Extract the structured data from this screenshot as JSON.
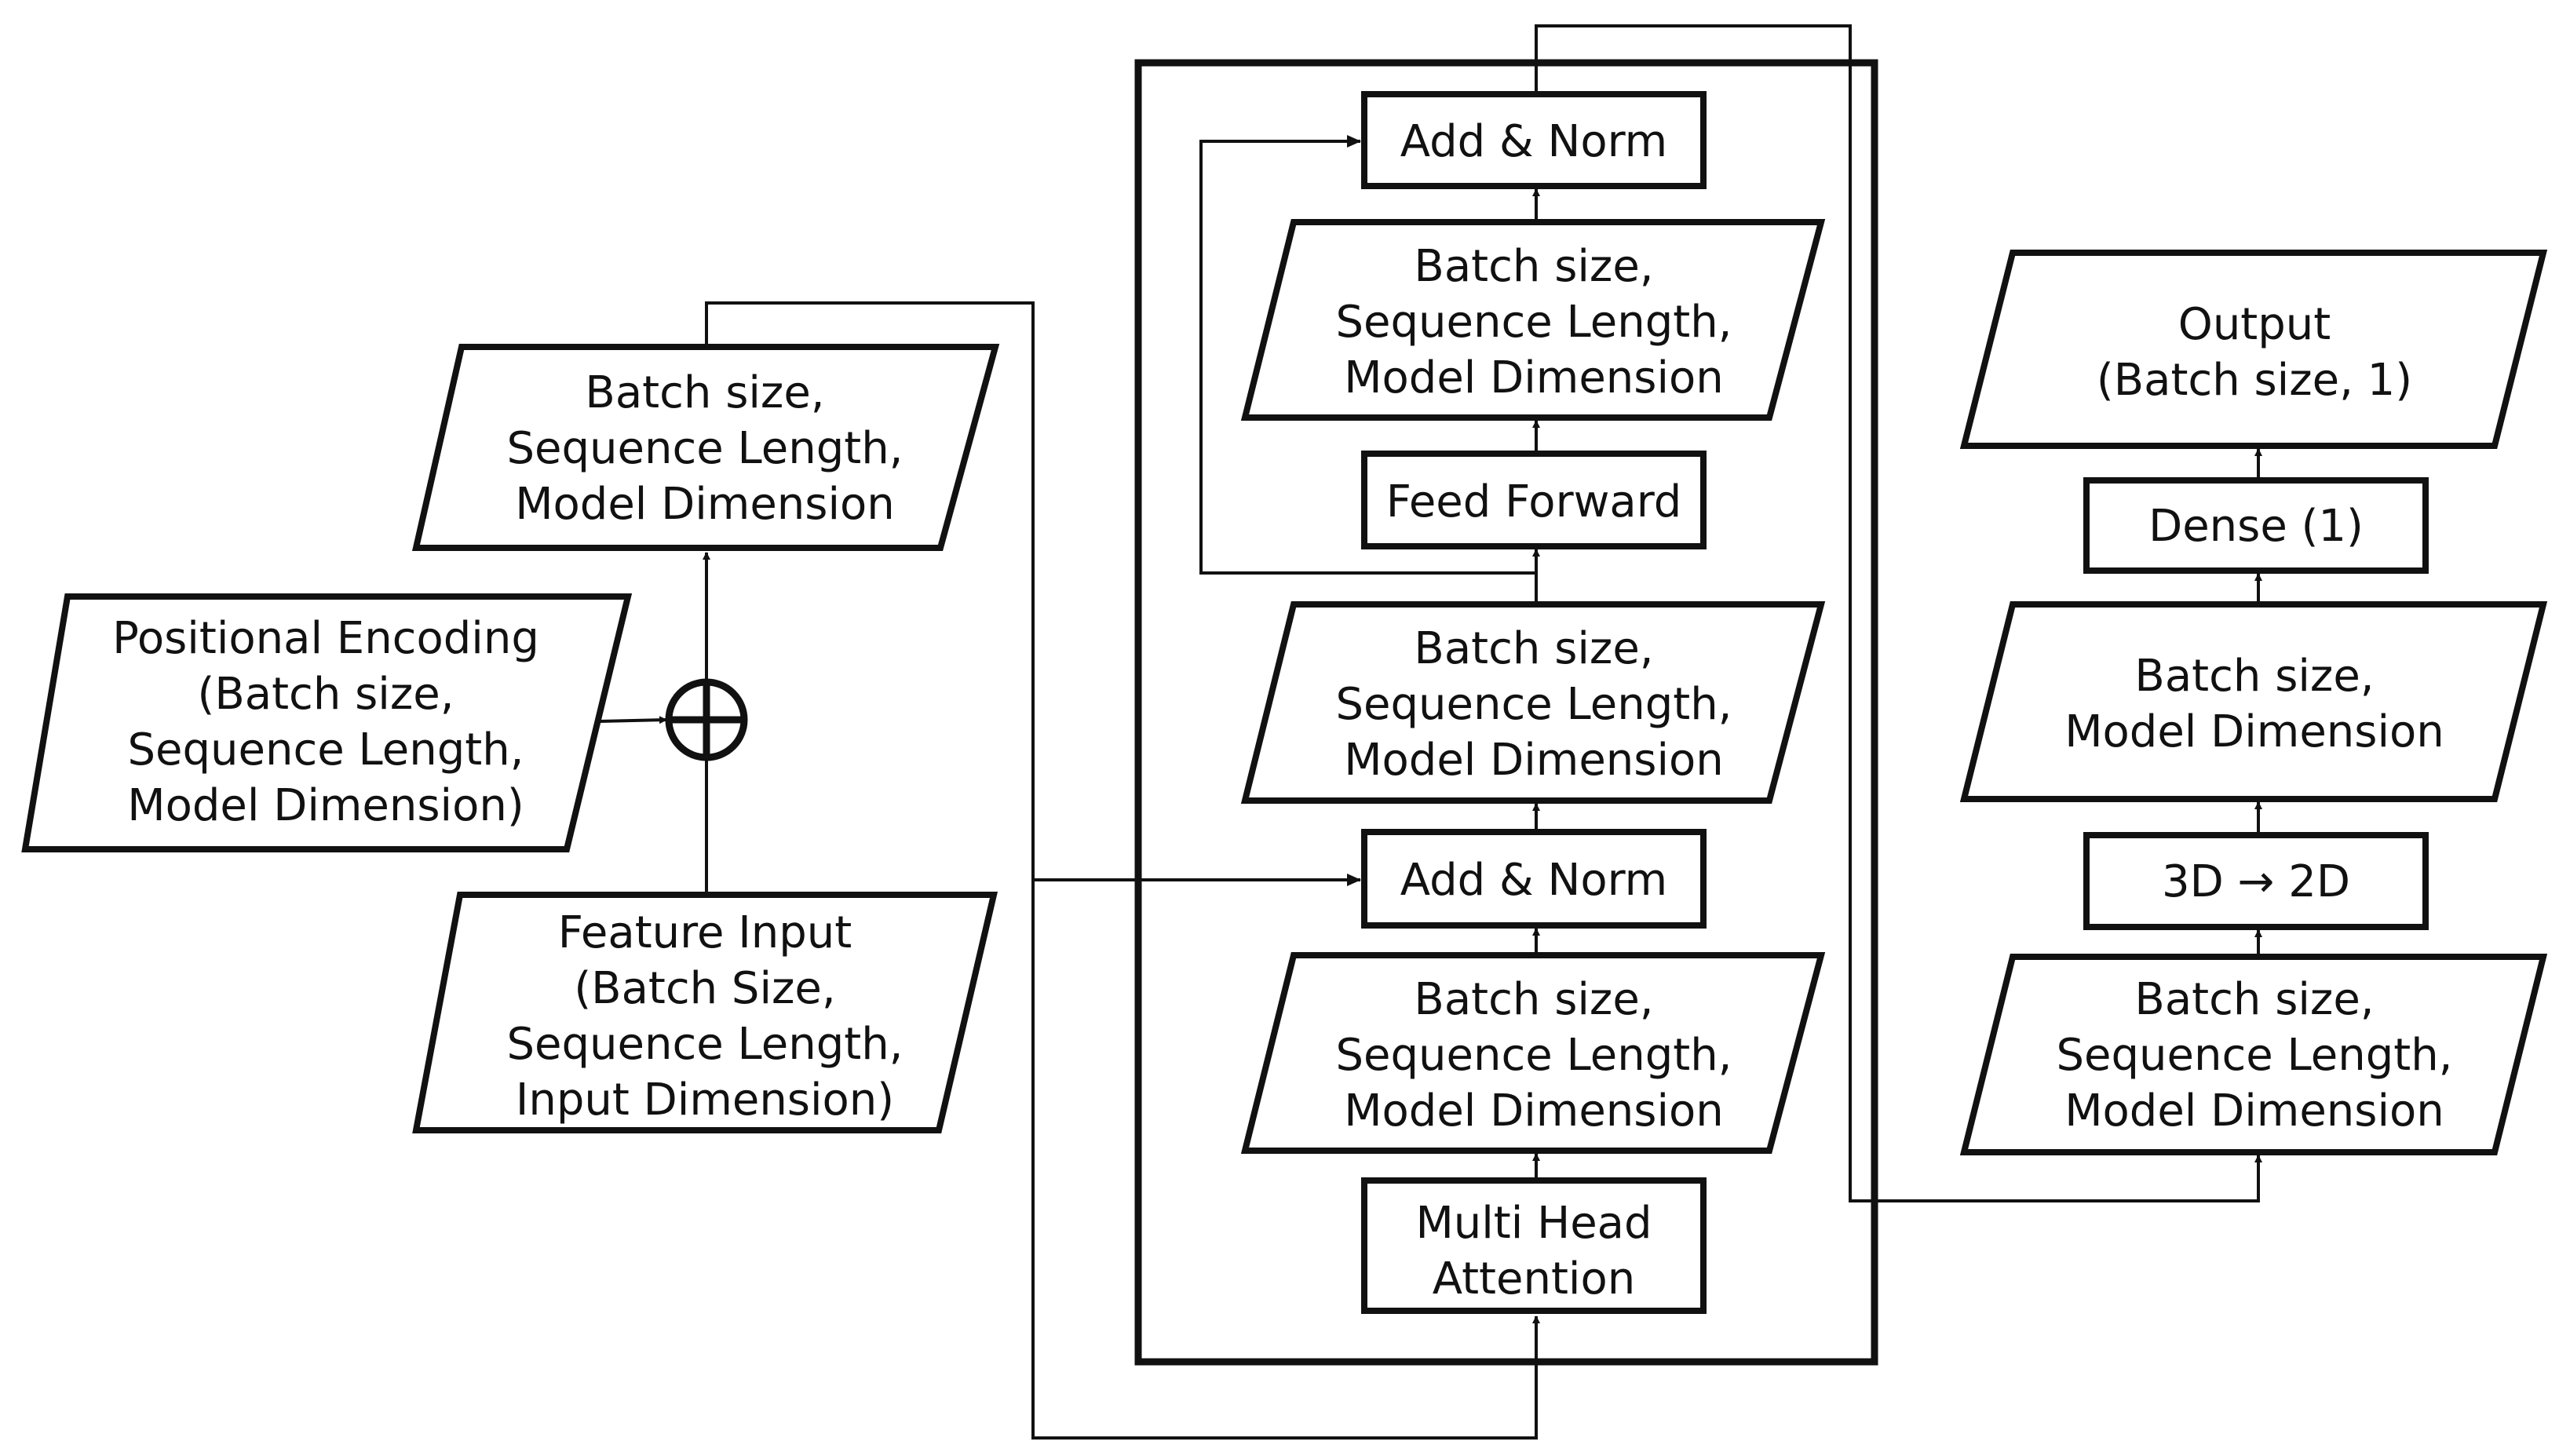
{
  "diagram": {
    "input": {
      "positional_encoding": [
        "Positional Encoding",
        "(Batch size,",
        "Sequence Length,",
        "Model Dimension)"
      ],
      "feature_input": [
        "Feature Input",
        "(Batch Size,",
        "Sequence Length,",
        "Input Dimension)"
      ],
      "sum_operator": "⊕",
      "embedding_tensor": [
        "Batch size,",
        "Sequence Length,",
        "Model Dimension"
      ]
    },
    "encoder_block": {
      "multi_head_attention": [
        "Multi Head",
        "Attention"
      ],
      "attention_output": [
        "Batch size,",
        "Sequence Length,",
        "Model Dimension"
      ],
      "add_norm_1": "Add & Norm",
      "norm_1_output": [
        "Batch size,",
        "Sequence Length,",
        "Model Dimension"
      ],
      "feed_forward": "Feed Forward",
      "ffn_output": [
        "Batch size,",
        "Sequence Length,",
        "Model Dimension"
      ],
      "add_norm_2": "Add & Norm"
    },
    "output_head": {
      "encoder_output": [
        "Batch size,",
        "Sequence Length,",
        "Model Dimension"
      ],
      "reshape": "3D → 2D",
      "flattened": [
        "Batch size,",
        "Model Dimension"
      ],
      "dense": "Dense (1)",
      "output": [
        "Output",
        "(Batch size, 1)"
      ]
    }
  }
}
